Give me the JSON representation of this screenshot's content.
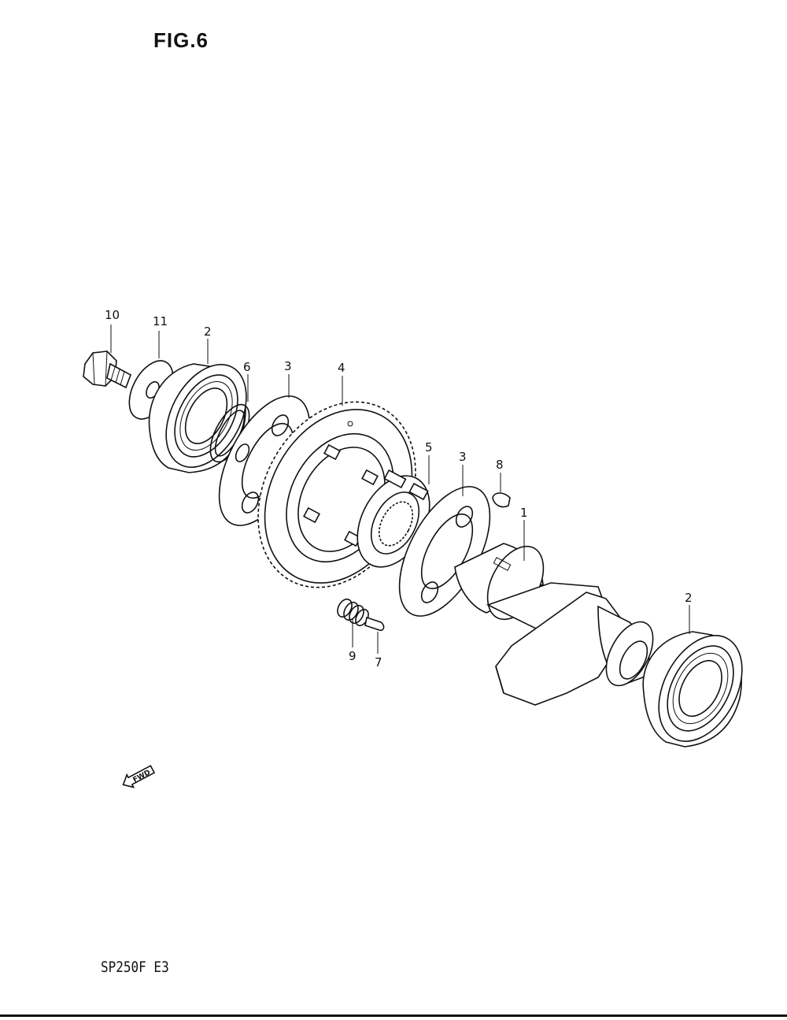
{
  "figure": {
    "title": "FIG.6"
  },
  "model": {
    "code": "SP250F  E3"
  },
  "callouts": [
    {
      "label": "10"
    },
    {
      "label": "11"
    },
    {
      "label": "2"
    },
    {
      "label": "6"
    },
    {
      "label": "3"
    },
    {
      "label": "4"
    },
    {
      "label": "5"
    },
    {
      "label": "3"
    },
    {
      "label": "8"
    },
    {
      "label": "1"
    },
    {
      "label": "2"
    },
    {
      "label": "9"
    },
    {
      "label": "7"
    }
  ],
  "direction_arrow": {
    "text": "FWD",
    "icon": "forward-arrow-icon"
  }
}
